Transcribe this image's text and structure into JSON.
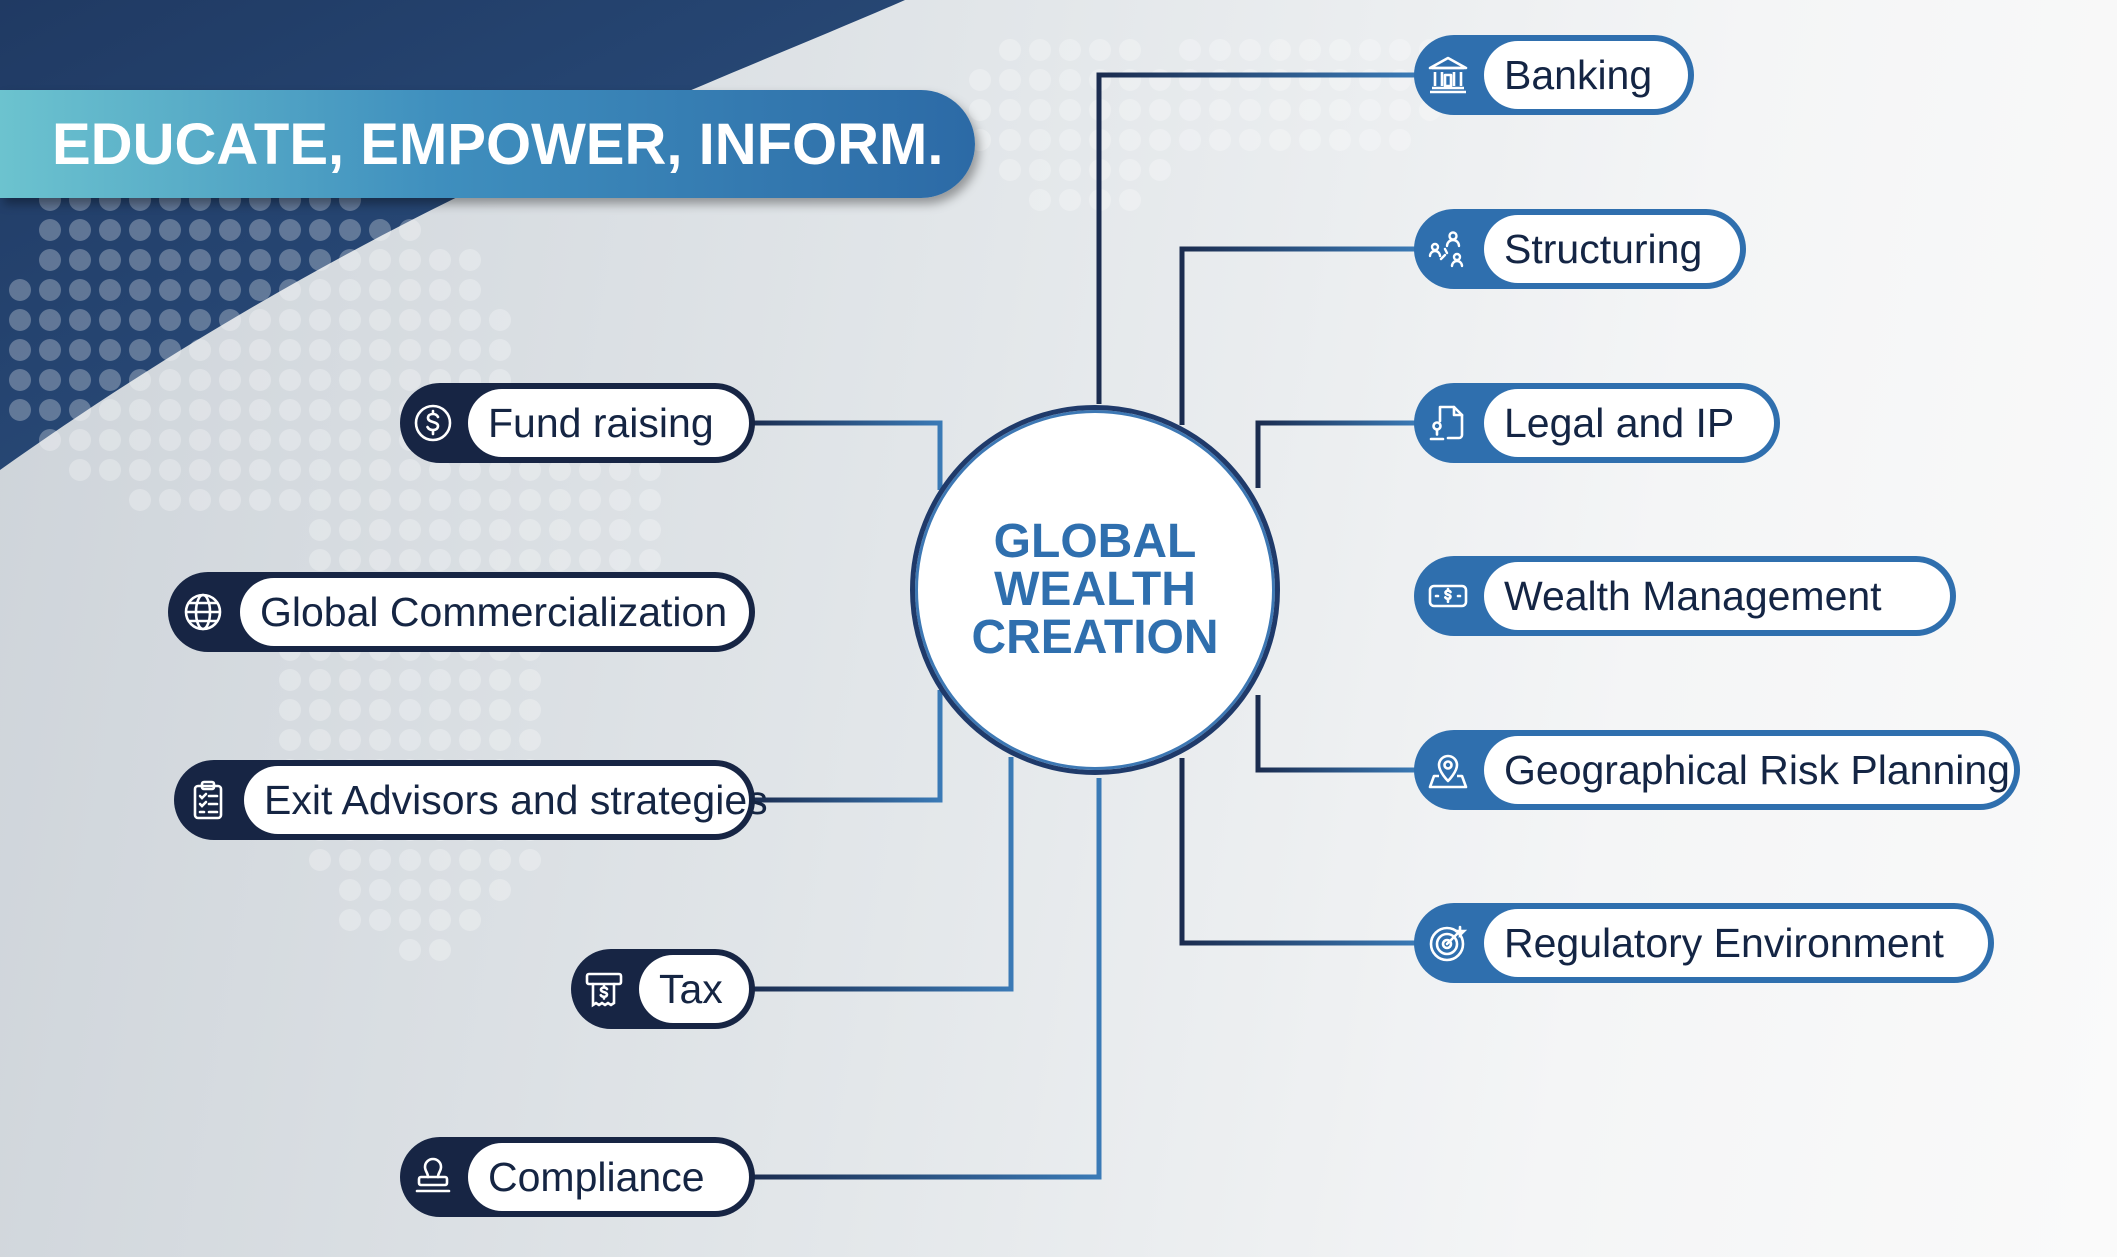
{
  "banner": {
    "text": "EDUCATE, EMPOWER, INFORM."
  },
  "center": {
    "lines": [
      "GLOBAL",
      "WEALTH",
      "CREATION"
    ]
  },
  "left_items": [
    {
      "label": "Fund raising",
      "icon": "dollar-coin-icon"
    },
    {
      "label": "Global Commercialization",
      "icon": "globe-icon"
    },
    {
      "label": "Exit Advisors and strategies",
      "icon": "clipboard-checklist-icon"
    },
    {
      "label": "Tax",
      "icon": "tax-receipt-icon"
    },
    {
      "label": "Compliance",
      "icon": "stamp-icon"
    }
  ],
  "right_items": [
    {
      "label": "Banking",
      "icon": "bank-icon"
    },
    {
      "label": "Structuring",
      "icon": "org-structure-icon"
    },
    {
      "label": "Legal and IP",
      "icon": "legal-document-icon"
    },
    {
      "label": "Wealth Management",
      "icon": "money-bill-icon"
    },
    {
      "label": "Geographical Risk Planning",
      "icon": "map-pin-icon"
    },
    {
      "label": "Regulatory Environment",
      "icon": "target-icon"
    }
  ],
  "colors": {
    "dark_navy": "#172544",
    "blue": "#2f6fae",
    "teal": "#6cc3cf"
  }
}
